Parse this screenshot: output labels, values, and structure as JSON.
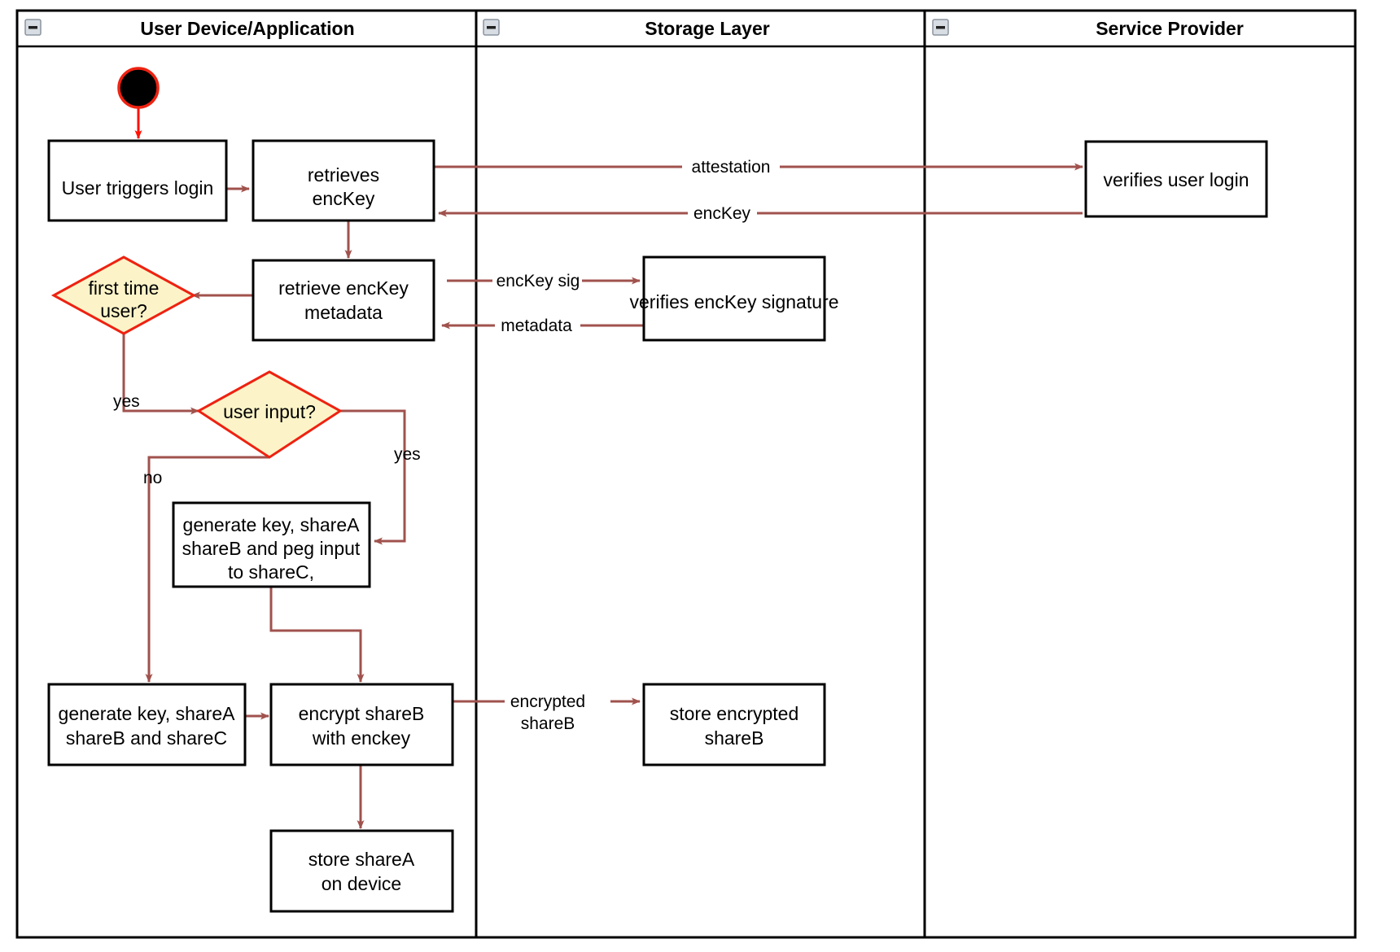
{
  "diagram": {
    "type": "uml-activity-swimlane",
    "title": "Login and key-share provisioning activity diagram",
    "palette": {
      "frame_stroke": "#000000",
      "node_fill": "#ffffff",
      "node_stroke": "#000000",
      "decision_fill": "#fcf4c8",
      "decision_stroke": "#ee2211",
      "flow_stroke": "#a0524d",
      "start_flow_stroke": "#ff1100",
      "start_node_fill": "#000000",
      "start_node_stroke": "#ee2211",
      "collapse_icon_fill": "#d8dde3"
    },
    "lanes": [
      {
        "id": "lane-user-device",
        "label": "User Device/Application",
        "collapse_icon": "collapse-minus-icon"
      },
      {
        "id": "lane-storage",
        "label": "Storage Layer",
        "collapse_icon": "collapse-minus-icon"
      },
      {
        "id": "lane-service-provider",
        "label": "Service Provider",
        "collapse_icon": "collapse-minus-icon"
      }
    ],
    "nodes": [
      {
        "id": "start",
        "kind": "initial-node",
        "lane": "lane-user-device",
        "label": ""
      },
      {
        "id": "user-triggers-login",
        "kind": "action",
        "lane": "lane-user-device",
        "lines": [
          "User triggers login"
        ]
      },
      {
        "id": "retrieves-enckey",
        "kind": "action",
        "lane": "lane-user-device",
        "lines": [
          "retrieves",
          "encKey"
        ]
      },
      {
        "id": "retrieve-enckey-metadata",
        "kind": "action",
        "lane": "lane-user-device",
        "lines": [
          "retrieve encKey",
          "metadata"
        ]
      },
      {
        "id": "first-time-user",
        "kind": "decision",
        "lane": "lane-user-device",
        "lines": [
          "first time",
          "user?"
        ]
      },
      {
        "id": "user-input",
        "kind": "decision",
        "lane": "lane-user-device",
        "lines": [
          "user input?"
        ]
      },
      {
        "id": "generate-key-peg-input",
        "kind": "action",
        "lane": "lane-user-device",
        "lines": [
          "generate key, shareA",
          "shareB and peg input",
          "to shareC,"
        ]
      },
      {
        "id": "generate-key-sharec",
        "kind": "action",
        "lane": "lane-user-device",
        "lines": [
          "generate key, shareA",
          "shareB and shareC"
        ]
      },
      {
        "id": "encrypt-shareb",
        "kind": "action",
        "lane": "lane-user-device",
        "lines": [
          "encrypt shareB",
          "with enckey"
        ]
      },
      {
        "id": "store-sharea-on-device",
        "kind": "action",
        "lane": "lane-user-device",
        "lines": [
          "store shareA",
          "on device"
        ]
      },
      {
        "id": "verifies-enckey-signature",
        "kind": "action",
        "lane": "lane-storage",
        "lines": [
          "verifies encKey signature"
        ]
      },
      {
        "id": "store-encrypted-shareb",
        "kind": "action",
        "lane": "lane-storage",
        "lines": [
          "store encrypted",
          "shareB"
        ]
      },
      {
        "id": "verifies-user-login",
        "kind": "action",
        "lane": "lane-service-provider",
        "lines": [
          "verifies user login"
        ]
      }
    ],
    "edges": [
      {
        "id": "e-start",
        "from": "start",
        "to": "user-triggers-login",
        "label": ""
      },
      {
        "id": "e-login-retrieve",
        "from": "user-triggers-login",
        "to": "retrieves-enckey",
        "label": ""
      },
      {
        "id": "e-attestation",
        "from": "retrieves-enckey",
        "to": "verifies-user-login",
        "label": "attestation"
      },
      {
        "id": "e-enckey-back",
        "from": "verifies-user-login",
        "to": "retrieves-enckey",
        "label": "encKey"
      },
      {
        "id": "e-retrieve-meta",
        "from": "retrieves-enckey",
        "to": "retrieve-enckey-metadata",
        "label": ""
      },
      {
        "id": "e-enckey-sig",
        "from": "retrieve-enckey-metadata",
        "to": "verifies-enckey-signature",
        "label": "encKey sig"
      },
      {
        "id": "e-metadata-back",
        "from": "verifies-enckey-signature",
        "to": "retrieve-enckey-metadata",
        "label": "metadata"
      },
      {
        "id": "e-meta-first-time",
        "from": "retrieve-enckey-metadata",
        "to": "first-time-user",
        "label": ""
      },
      {
        "id": "e-first-time-yes",
        "from": "first-time-user",
        "to": "user-input",
        "label": "yes"
      },
      {
        "id": "e-user-input-no",
        "from": "user-input",
        "to": "generate-key-sharec",
        "label": "no"
      },
      {
        "id": "e-user-input-yes",
        "from": "user-input",
        "to": "generate-key-peg-input",
        "label": "yes"
      },
      {
        "id": "e-peg-encrypt",
        "from": "generate-key-peg-input",
        "to": "encrypt-shareb",
        "label": ""
      },
      {
        "id": "e-sharec-encrypt",
        "from": "generate-key-sharec",
        "to": "encrypt-shareb",
        "label": ""
      },
      {
        "id": "e-encrypted-shareb",
        "from": "encrypt-shareb",
        "to": "store-encrypted-shareb",
        "labelLines": [
          "encrypted",
          "shareB"
        ]
      },
      {
        "id": "e-store-sharea",
        "from": "encrypt-shareb",
        "to": "store-sharea-on-device",
        "label": ""
      }
    ],
    "edge_labels": {
      "attestation": "attestation",
      "enckey": "encKey",
      "enckey_sig": "encKey sig",
      "metadata": "metadata",
      "yes_first_time": "yes",
      "no_user_input": "no",
      "yes_user_input": "yes",
      "encrypted_line1": "encrypted",
      "encrypted_line2": "shareB"
    }
  }
}
